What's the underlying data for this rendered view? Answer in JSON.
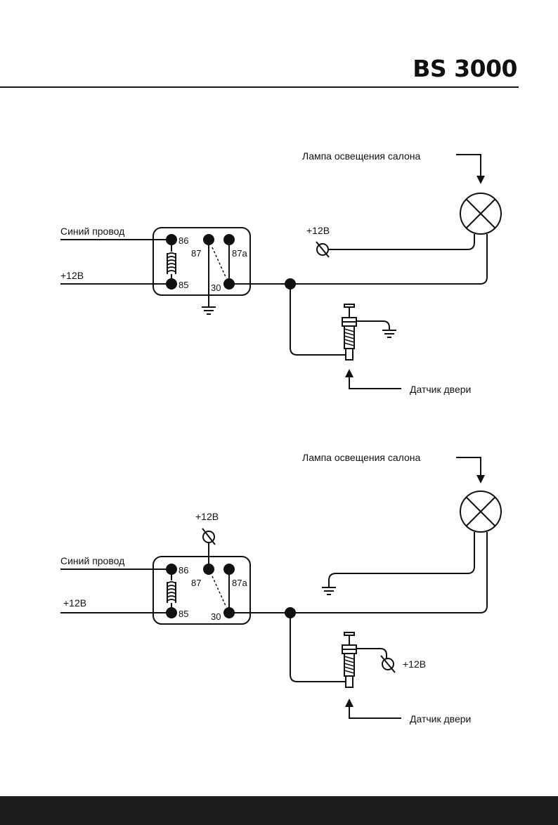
{
  "header": {
    "brand": "BS 3000"
  },
  "diagrams": [
    {
      "lamp_label": "Лампа освещения салона",
      "wire_label": "Синий провод",
      "power_left_label": "+12B",
      "power_switch_label": "+12B",
      "sensor_label": "Датчик двери",
      "pins": {
        "p86": "86",
        "p87": "87",
        "p87a": "87a",
        "p85": "85",
        "p30": "30"
      }
    },
    {
      "lamp_label": "Лампа освещения салона",
      "wire_label": "Синий провод",
      "power_left_label": "+12B",
      "power_relay_label": "+12B",
      "power_sensor_label": "+12B",
      "sensor_label": "Датчик двери",
      "pins": {
        "p86": "86",
        "p87": "87",
        "p87a": "87a",
        "p85": "85",
        "p30": "30"
      }
    }
  ]
}
